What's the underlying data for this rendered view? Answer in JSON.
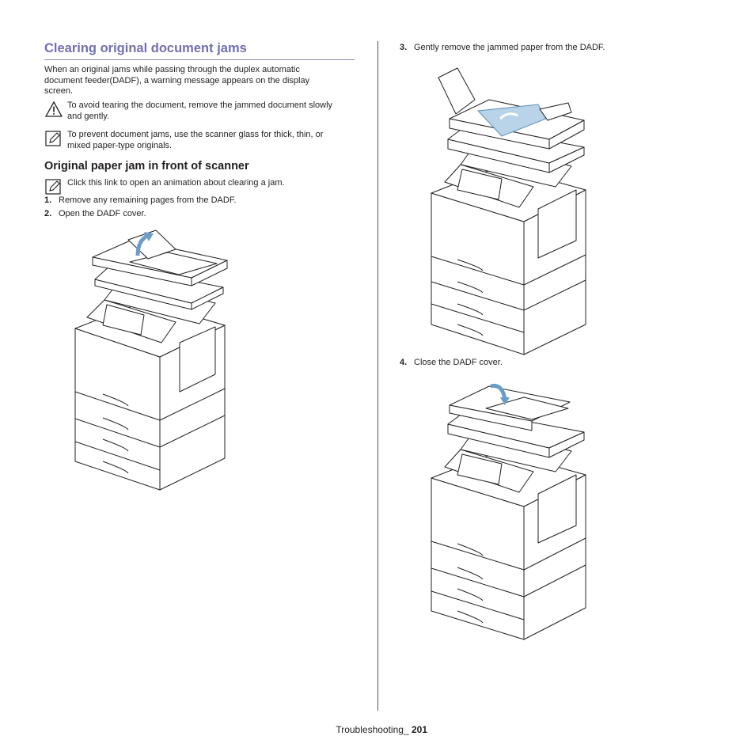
{
  "section_title": "Clearing original document jams",
  "intro": {
    "line1": "When an original jams while passing through the duplex automatic",
    "line2": "document feeder(DADF), a warning message appears on the display",
    "line3": "screen."
  },
  "caution": {
    "icon": "warning-triangle-icon",
    "line1": "To avoid tearing the document, remove the jammed document slowly",
    "line2": "and gently."
  },
  "note1": {
    "icon": "note-pencil-icon",
    "line1": "To prevent document jams, use the scanner glass for thick, thin, or",
    "line2": "mixed paper-type originals."
  },
  "subsection_title": "Original paper jam in front of scanner",
  "note2": {
    "icon": "note-pencil-icon",
    "text": "Click this link to open an animation about clearing a jam."
  },
  "steps": [
    {
      "num": "1.",
      "text": "Remove any remaining pages from the DADF."
    },
    {
      "num": "2.",
      "text": "Open the DADF cover."
    },
    {
      "num": "3.",
      "text": "Gently remove the jammed paper from the DADF."
    },
    {
      "num": "4.",
      "text": "Close the DADF cover."
    }
  ],
  "footer": {
    "chapter": "Troubleshooting_",
    "page": "201"
  },
  "colors": {
    "heading": "#6f6fb3",
    "arrow": "#6a9ec7",
    "text": "#231f20"
  }
}
